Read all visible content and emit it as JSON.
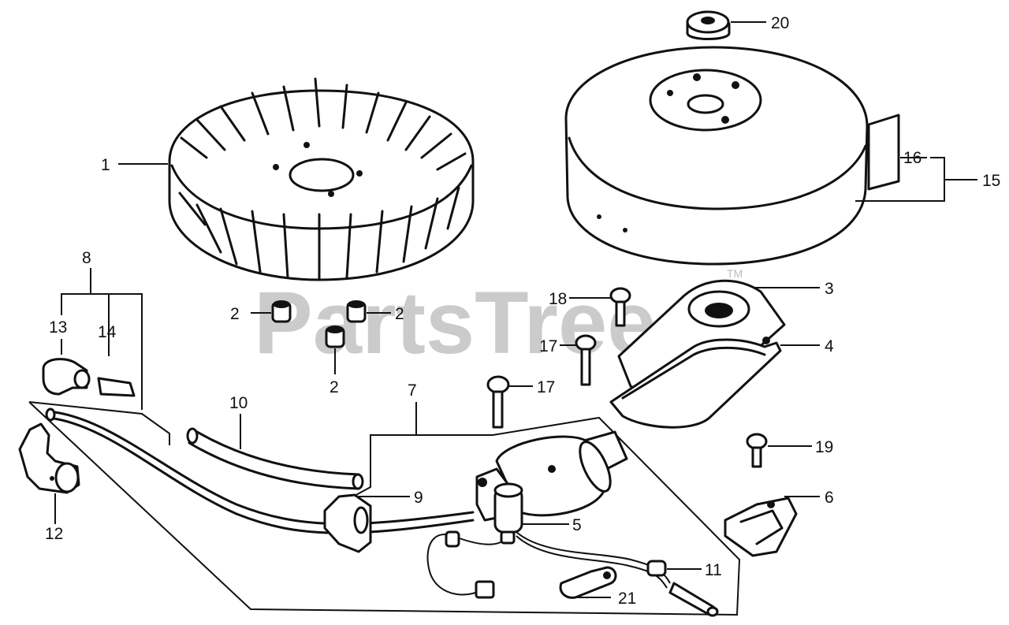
{
  "watermark": {
    "text": "PartsTree",
    "trademark": "TM"
  },
  "callouts": {
    "c1": "1",
    "c2a": "2",
    "c2b": "2",
    "c2c": "2",
    "c3": "3",
    "c4": "4",
    "c5": "5",
    "c6": "6",
    "c7": "7",
    "c8": "8",
    "c9": "9",
    "c10": "10",
    "c11": "11",
    "c12": "12",
    "c13": "13",
    "c14": "14",
    "c15": "15",
    "c16": "16",
    "c17a": "17",
    "c17b": "17",
    "c18": "18",
    "c19": "19",
    "c20": "20",
    "c21": "21"
  }
}
